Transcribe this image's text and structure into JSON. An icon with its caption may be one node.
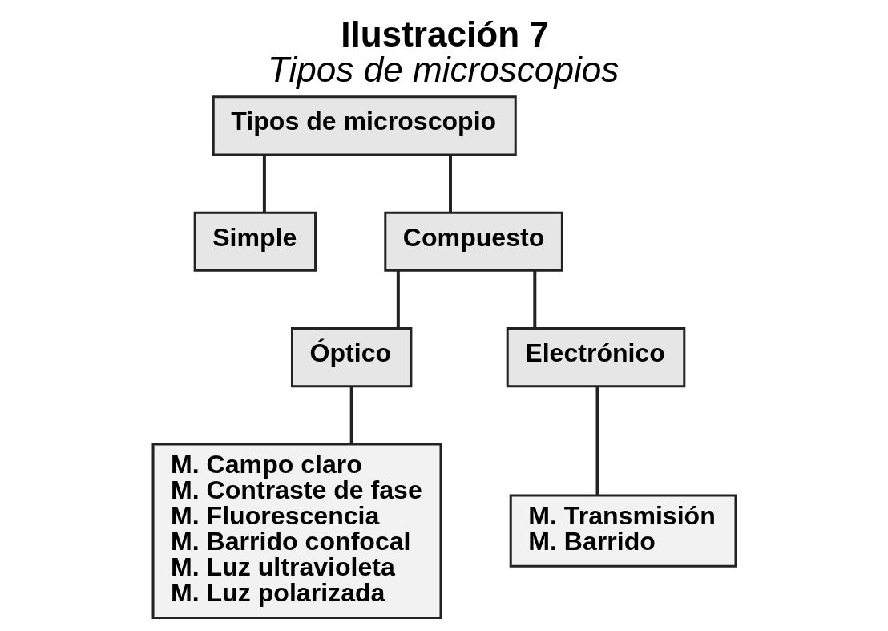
{
  "diagram": {
    "title": "Ilustración 7",
    "caption": "Tipos de microscopios",
    "nodes": [
      {
        "text": [
          "Tipos de microscopio"
        ]
      },
      {
        "text": [
          "Simple"
        ]
      },
      {
        "text": [
          "Compuesto"
        ]
      },
      {
        "text": [
          "Óptico"
        ]
      },
      {
        "text": [
          "Electrónico"
        ]
      },
      {
        "text": [
          "M. Campo claro",
          "M. Contraste de fase",
          "M. Fluorescencia",
          "M. Barrido confocal",
          "M. Luz ultravioleta",
          "M. Luz polarizada"
        ]
      },
      {
        "text": [
          "M. Transmisión",
          "M. Barrido"
        ]
      }
    ],
    "edges": [
      {
        "from": 0,
        "to": 1,
        "arrow": "none"
      },
      {
        "from": 0,
        "to": 2,
        "arrow": "none"
      },
      {
        "from": 2,
        "to": 3,
        "arrow": "none"
      },
      {
        "from": 2,
        "to": 4,
        "arrow": "none"
      },
      {
        "from": 3,
        "to": 5,
        "arrow": "none"
      },
      {
        "from": 4,
        "to": 6,
        "arrow": "none"
      }
    ]
  }
}
